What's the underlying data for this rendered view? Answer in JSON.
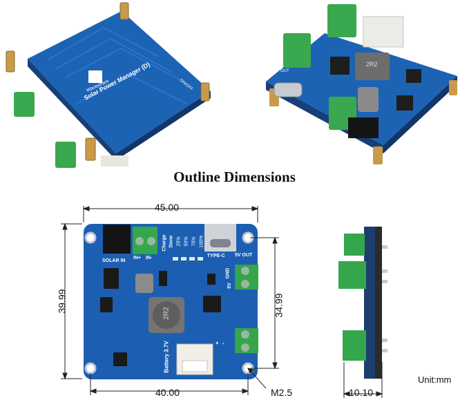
{
  "title": "Outline Dimensions",
  "board": {
    "brand": "Waveshare",
    "name": "Solar Power Manager (D)",
    "labels": {
      "solar_in": "SOLAR IN",
      "in_plus": "IN+",
      "in_minus": "IN-",
      "charge": "Charge",
      "done": "Done",
      "pct25": "25%",
      "pct50": "50%",
      "pct75": "75%",
      "pct100": "100%",
      "type_c": "TYPE-C",
      "five_v_out": "5V OUT",
      "gnd": "GND",
      "five_v": "5V",
      "battery": "Battery 3.7V",
      "bat_plus": "+",
      "bat_minus": "-",
      "inductor": "2R2",
      "on_off": "ON/OFF",
      "out": "OUT"
    }
  },
  "dimensions": {
    "width_top": "45.00",
    "width_bottom": "40.00",
    "height_left": "39.99",
    "height_right": "34.99",
    "thickness": "10.10",
    "hole": "M2.5"
  },
  "unit": "Unit:mm"
}
